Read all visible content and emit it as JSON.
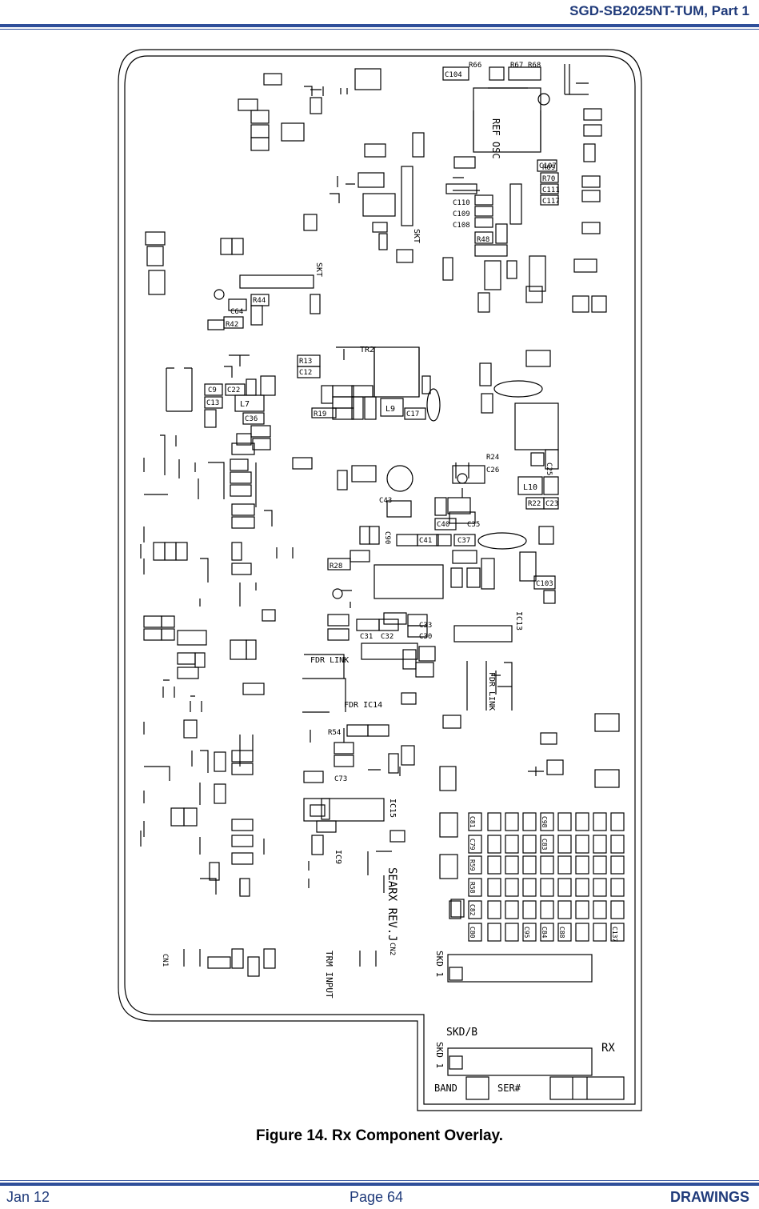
{
  "header": {
    "title": "SGD-SB2025NT-TUM, Part 1"
  },
  "figure": {
    "caption": "Figure 14.  Rx Component Overlay.",
    "labels": {
      "searx_rev": "SEARX REV.J",
      "skd_b": "SKD/B",
      "skd1_top": "SKD 1",
      "skd1_bot": "SKD 1",
      "band": "BAND",
      "ser": "SER#",
      "rx": "RX",
      "trm_input": "TRM INPUT",
      "ref_osc": "REF OSC",
      "fdr_link_top": "FDR LINK",
      "fdr_link_bot": "FDR LINK",
      "fdr_ic14": "FDR IC14",
      "skt_top": "SKT",
      "skt_mid": "SKT",
      "ic15": "IC15",
      "ic9": "IC9",
      "ic13": "IC13",
      "tr2": "TR2",
      "l9": "L9",
      "l10": "L10",
      "c41": "C41",
      "c37": "C37",
      "c40": "C40",
      "c35": "C35",
      "c103": "C103",
      "l7": "L7",
      "c9": "C9",
      "c22": "C22",
      "c13": "C13",
      "c36": "C36",
      "r13": "R13",
      "c12": "C12",
      "r19": "R19",
      "c17": "C17",
      "c33": "C33",
      "c30": "C30",
      "c31": "C31",
      "c32": "C32",
      "c64": "C64",
      "r44": "R44",
      "r42": "R42",
      "r28": "R28",
      "c104": "C104",
      "r66": "R66",
      "r67": "R67",
      "r68": "R68",
      "c107": "C107",
      "r69": "R69",
      "r70": "R70",
      "c111": "C111",
      "c117": "C117",
      "c110": "C110",
      "c109": "C109",
      "c108": "C108",
      "r48": "R48",
      "c23": "C23",
      "r22": "R22",
      "r24": "R24",
      "c26": "C26",
      "c25": "C25",
      "c43": "C43",
      "c90": "C90",
      "c73": "C73",
      "r54": "R54",
      "cn1": "CN1",
      "cn2": "CN2",
      "c81": "C81",
      "c79": "C79",
      "r59": "R59",
      "r58": "R58",
      "c82": "C82",
      "c80": "C80",
      "c98": "C98",
      "c83": "C83",
      "c84": "C84",
      "c95": "C95",
      "c88": "C88",
      "c137": "C137"
    }
  }
}
